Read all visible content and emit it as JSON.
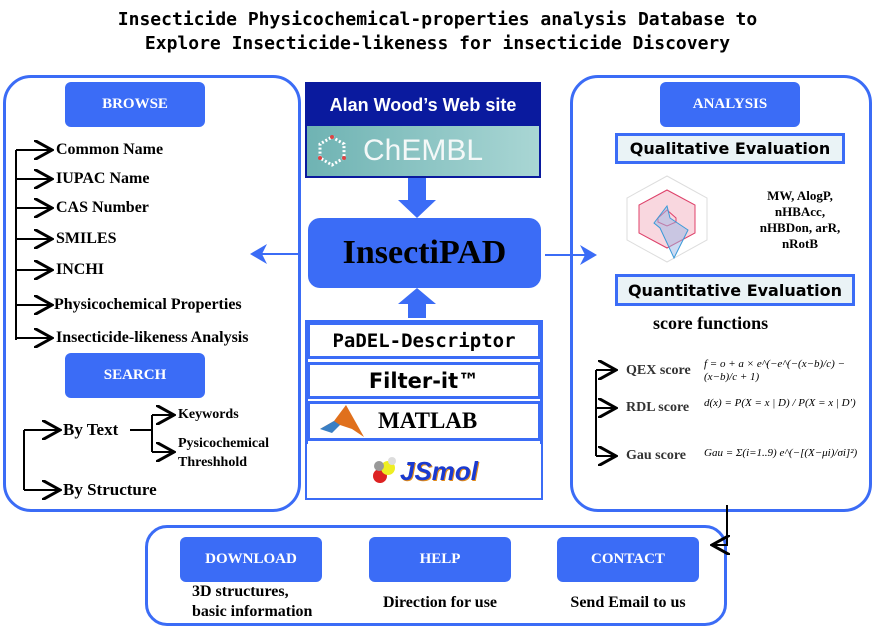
{
  "title": [
    "Insecticide Physicochemical-properties analysis Database to",
    "Explore Insecticide-likeness for insecticide Discovery"
  ],
  "browse": {
    "label": "BROWSE",
    "items": [
      "Common Name",
      "IUPAC Name",
      "CAS Number",
      "SMILES",
      "INCHI",
      "Physicochemical Properties",
      "Insecticide-likeness Analysis"
    ]
  },
  "search": {
    "label": "SEARCH",
    "by_text": "By Text",
    "keywords": "Keywords",
    "threshold": [
      "Pysicochemical",
      "Threshhold"
    ],
    "by_structure": "By Structure"
  },
  "sources": {
    "alan_wood": "Alan Wood’s Web site",
    "chembl": "ChEMBL"
  },
  "center": {
    "name": "InsectiPAD"
  },
  "tools": [
    "PaDEL-Descriptor",
    "Filter-it™",
    "MATLAB",
    "JSmol"
  ],
  "analysis": {
    "label": "ANALYSIS",
    "qualitative": "Qualitative Evaluation",
    "descriptors": [
      "MW, AlogP,",
      "nHBAcc,",
      "nHBDon, arR,",
      "nRotB"
    ],
    "quantitative": "Quantitative Evaluation",
    "score_functions": "score functions",
    "scores": [
      {
        "name": "QEX score",
        "formula": "f = o + a × e^(−e^(−(x−b)/c) − (x−b)/c + 1)"
      },
      {
        "name": "RDL score",
        "formula": "d(x) = P(X = x | D) / P(X = x | D′)"
      },
      {
        "name": "Gau score",
        "formula": "Gau = Σ(i=1..9) e^(−[(X−μi)/σi]²)"
      }
    ]
  },
  "bottom": [
    {
      "label": "DOWNLOAD",
      "desc": [
        "3D structures,",
        "basic information"
      ]
    },
    {
      "label": "HELP",
      "desc": [
        "Direction for use"
      ]
    },
    {
      "label": "CONTACT",
      "desc": [
        "Send Email to us"
      ]
    }
  ],
  "colors": {
    "accent": "#3b6cf6",
    "dark_blue": "#0a1a9e",
    "chembl_teal": "#8fc9c9"
  }
}
